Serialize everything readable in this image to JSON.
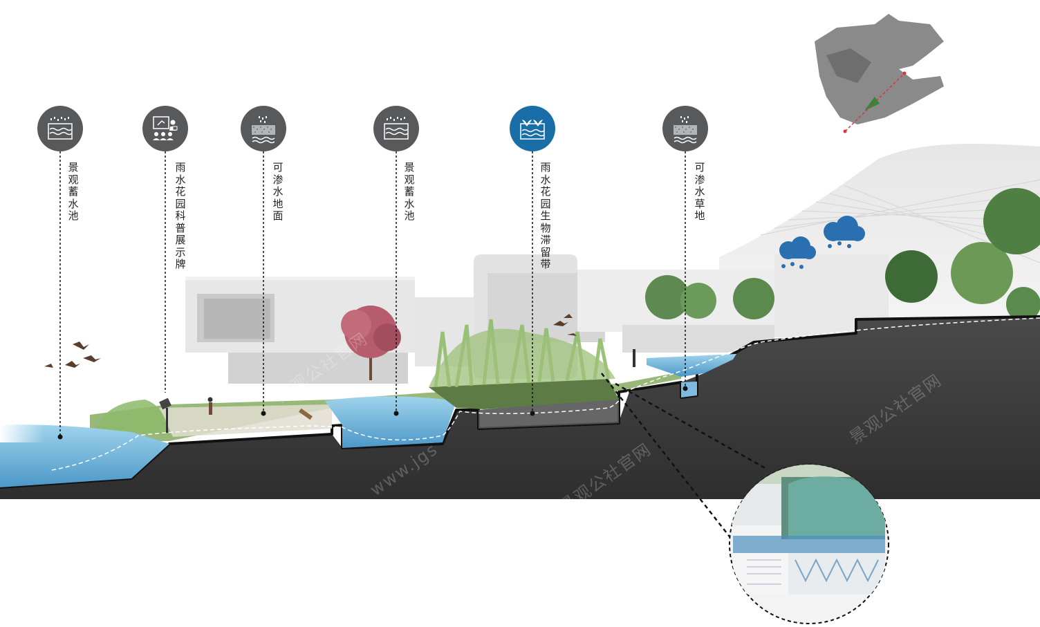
{
  "markers": [
    {
      "id": "landscape-pond-1",
      "label": "景观蓄水池",
      "icon": "rain-pond-icon",
      "color": "#58595b"
    },
    {
      "id": "rain-garden-sign",
      "label": "雨水花园科普展示牌",
      "icon": "presentation-board-icon",
      "color": "#58595b"
    },
    {
      "id": "permeable-ground",
      "label": "可渗水地面",
      "icon": "permeable-ground-icon",
      "color": "#58595b"
    },
    {
      "id": "landscape-pond-2",
      "label": "景观蓄水池",
      "icon": "rain-pond-icon",
      "color": "#58595b"
    },
    {
      "id": "bioretention-zone",
      "label": "雨水花园生物滞留带",
      "icon": "plant-water-icon",
      "color": "#1a6ea8"
    },
    {
      "id": "permeable-lawn",
      "label": "可渗水草地",
      "icon": "permeable-ground-icon",
      "color": "#58595b"
    }
  ],
  "watermark": {
    "text_cn": "景观公社官网",
    "text_url": "www.jgs"
  },
  "colors": {
    "icon_gray": "#58595b",
    "accent_blue": "#1a6ea8",
    "water": "#5aa6cf",
    "soil": "#3c3c3c",
    "grass": "#6f9c4c"
  }
}
